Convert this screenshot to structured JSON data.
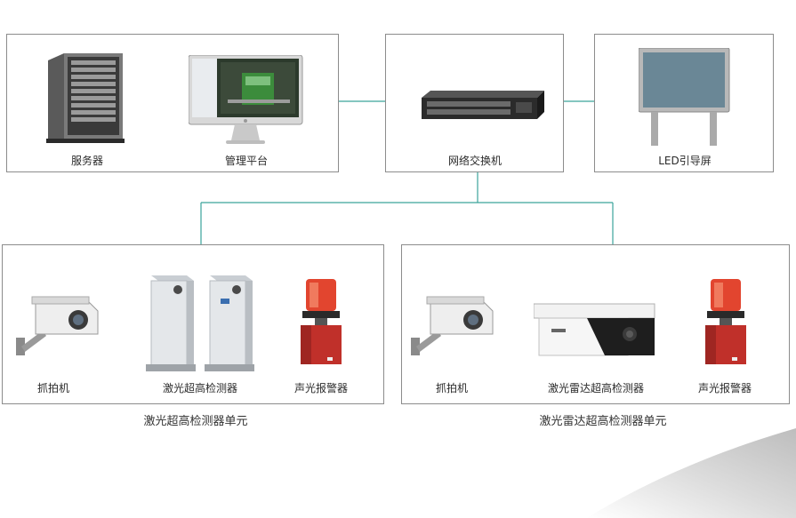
{
  "top": {
    "server_label": "服务器",
    "platform_label": "管理平台",
    "switch_label": "网络交换机",
    "led_label": "LED引导屏"
  },
  "left_unit": {
    "camera_label": "抓拍机",
    "detector_label": "激光超高检测器",
    "alarm_label": "声光报警器",
    "caption": "激光超高检测器单元"
  },
  "right_unit": {
    "camera_label": "抓拍机",
    "detector_label": "激光雷达超高检测器",
    "alarm_label": "声光报警器",
    "caption": "激光雷达超高检测器单元"
  },
  "colors": {
    "link_teal": "#3aa39b",
    "device_link": "#333333",
    "box_border": "#8c8c8c",
    "alarm_red": "#d0302a"
  }
}
